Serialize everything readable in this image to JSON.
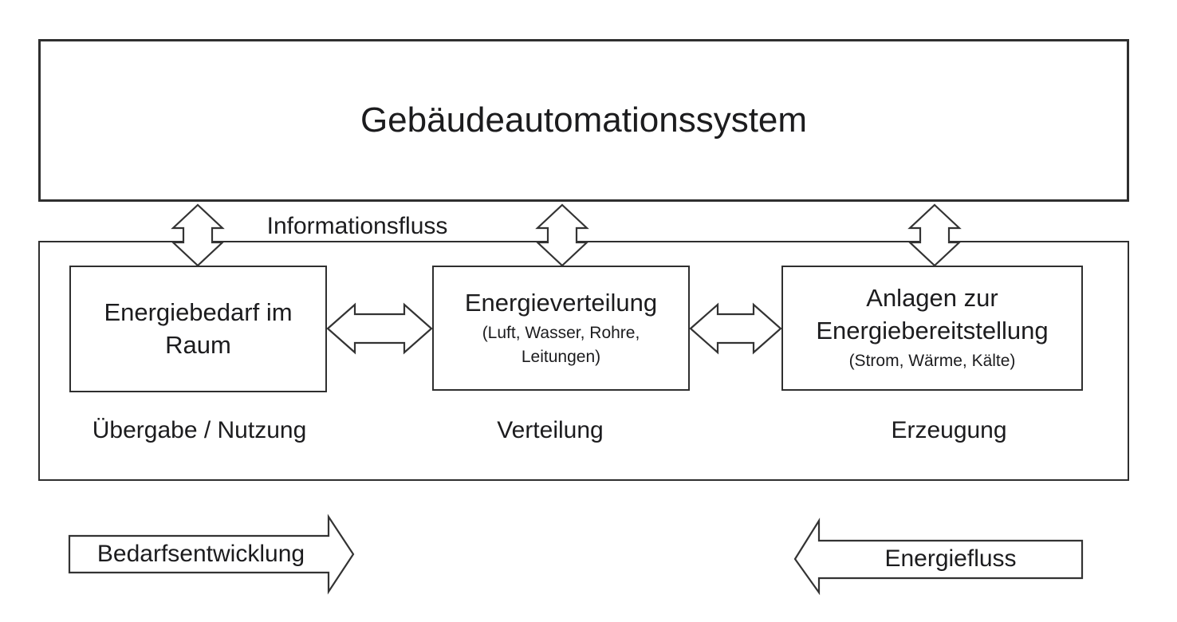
{
  "diagram": {
    "title": "Gebäudeautomationssystem",
    "info_flow_label": "Informationsfluss",
    "boxes": [
      {
        "title": "Energiebedarf im Raum",
        "subtitle": "",
        "stage_label": "Übergabe / Nutzung"
      },
      {
        "title": "Energieverteilung",
        "subtitle": "(Luft, Wasser, Rohre, Leitungen)",
        "stage_label": "Verteilung"
      },
      {
        "title": "Anlagen zur Energiebereitstellung",
        "subtitle": "(Strom, Wärme, Kälte)",
        "stage_label": "Erzeugung"
      }
    ],
    "bottom_arrows": [
      {
        "label": "Bedarfsentwicklung",
        "direction": "right"
      },
      {
        "label": "Energiefluss",
        "direction": "left"
      }
    ],
    "colors": {
      "line": "#2f2f2f",
      "arrow_stroke": "#333333",
      "text": "#1c1c1e",
      "background": "#ffffff"
    }
  }
}
